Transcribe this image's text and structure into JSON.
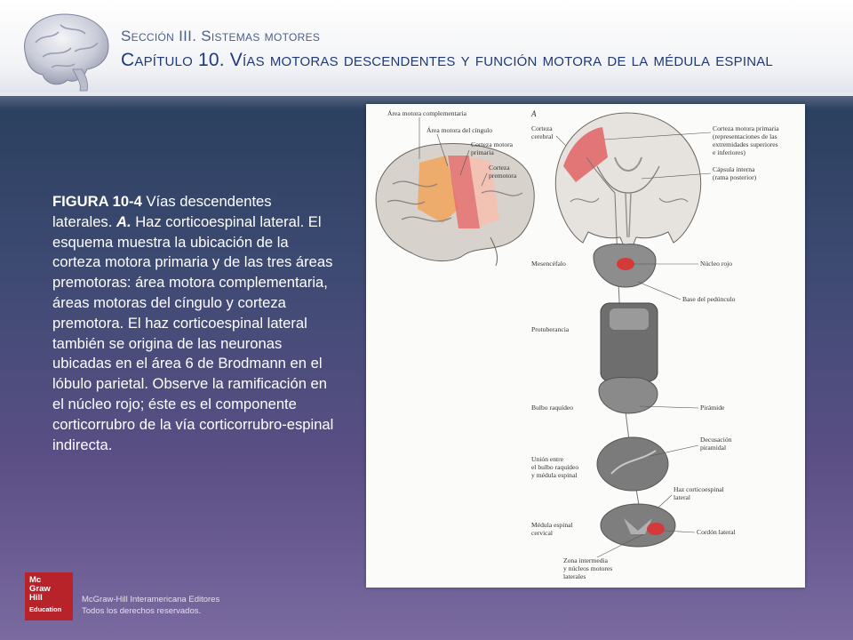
{
  "header": {
    "section": "Sección III. Sistemas motores",
    "chapter": "Capítulo 10. Vías motoras descendentes y función motora de la médula espinal",
    "brain_icon": "brain-icon"
  },
  "caption": {
    "label": "FIGURA 10-4",
    "title": "Vías descendentes laterales.",
    "part": "A.",
    "body": "Haz corticoespinal lateral. El esquema muestra la ubicación de la corteza motora primaria y de las tres áreas premotoras: área motora complementaria, áreas motoras del cíngulo y corteza premotora. El haz corticoespinal lateral también se origina de las neuronas ubicadas en el área 6 de Brodmann en el lóbulo parietal. Observe la ramificación en el núcleo rojo; éste es el componente corticorrubro de la vía corticorrubro-espinal indirecta."
  },
  "figure": {
    "panel": "A",
    "labels": {
      "area_complementaria": "Área motora complementaria",
      "area_cingulo": "Área motora del cíngulo",
      "corteza_primaria_a": "Corteza motora",
      "corteza_primaria_b": "primaria",
      "premotora_a": "Corteza",
      "premotora_b": "premotora",
      "corteza_cerebral_a": "Corteza",
      "corteza_cerebral_b": "cerebral",
      "cmp_a": "Corteza motora primaria",
      "cmp_b": "(representaciones de las",
      "cmp_c": "extremidades superiores",
      "cmp_d": "e inferiores)",
      "capsula_a": "Cápsula interna",
      "capsula_b": "(rama posterior)",
      "mesencefalo": "Mesencéfalo",
      "nucleo_rojo": "Núcleo rojo",
      "base_pedunculo": "Base del pedúnculo",
      "protuberancia": "Protuberancia",
      "bulbo": "Bulbo raquídeo",
      "piramide": "Pirámide",
      "union_a": "Unión entre",
      "union_b": "el bulbo raquídeo",
      "union_c": "y médula espinal",
      "decusacion_a": "Decusación",
      "decusacion_b": "piramidal",
      "haz_a": "Haz corticoespinal",
      "haz_b": "lateral",
      "medula_a": "Médula espinal",
      "medula_b": "cervical",
      "cordon": "Cordón lateral",
      "zona_a": "Zona intermedia",
      "zona_b": "y núcleos motores",
      "zona_c": "laterales"
    }
  },
  "logo": {
    "line1": "Mc",
    "line2": "Graw",
    "line3": "Hill",
    "line4": "Education"
  },
  "footer": {
    "publisher": "McGraw-Hill Interamericana Editores",
    "rights": "Todos los derechos reservados."
  }
}
